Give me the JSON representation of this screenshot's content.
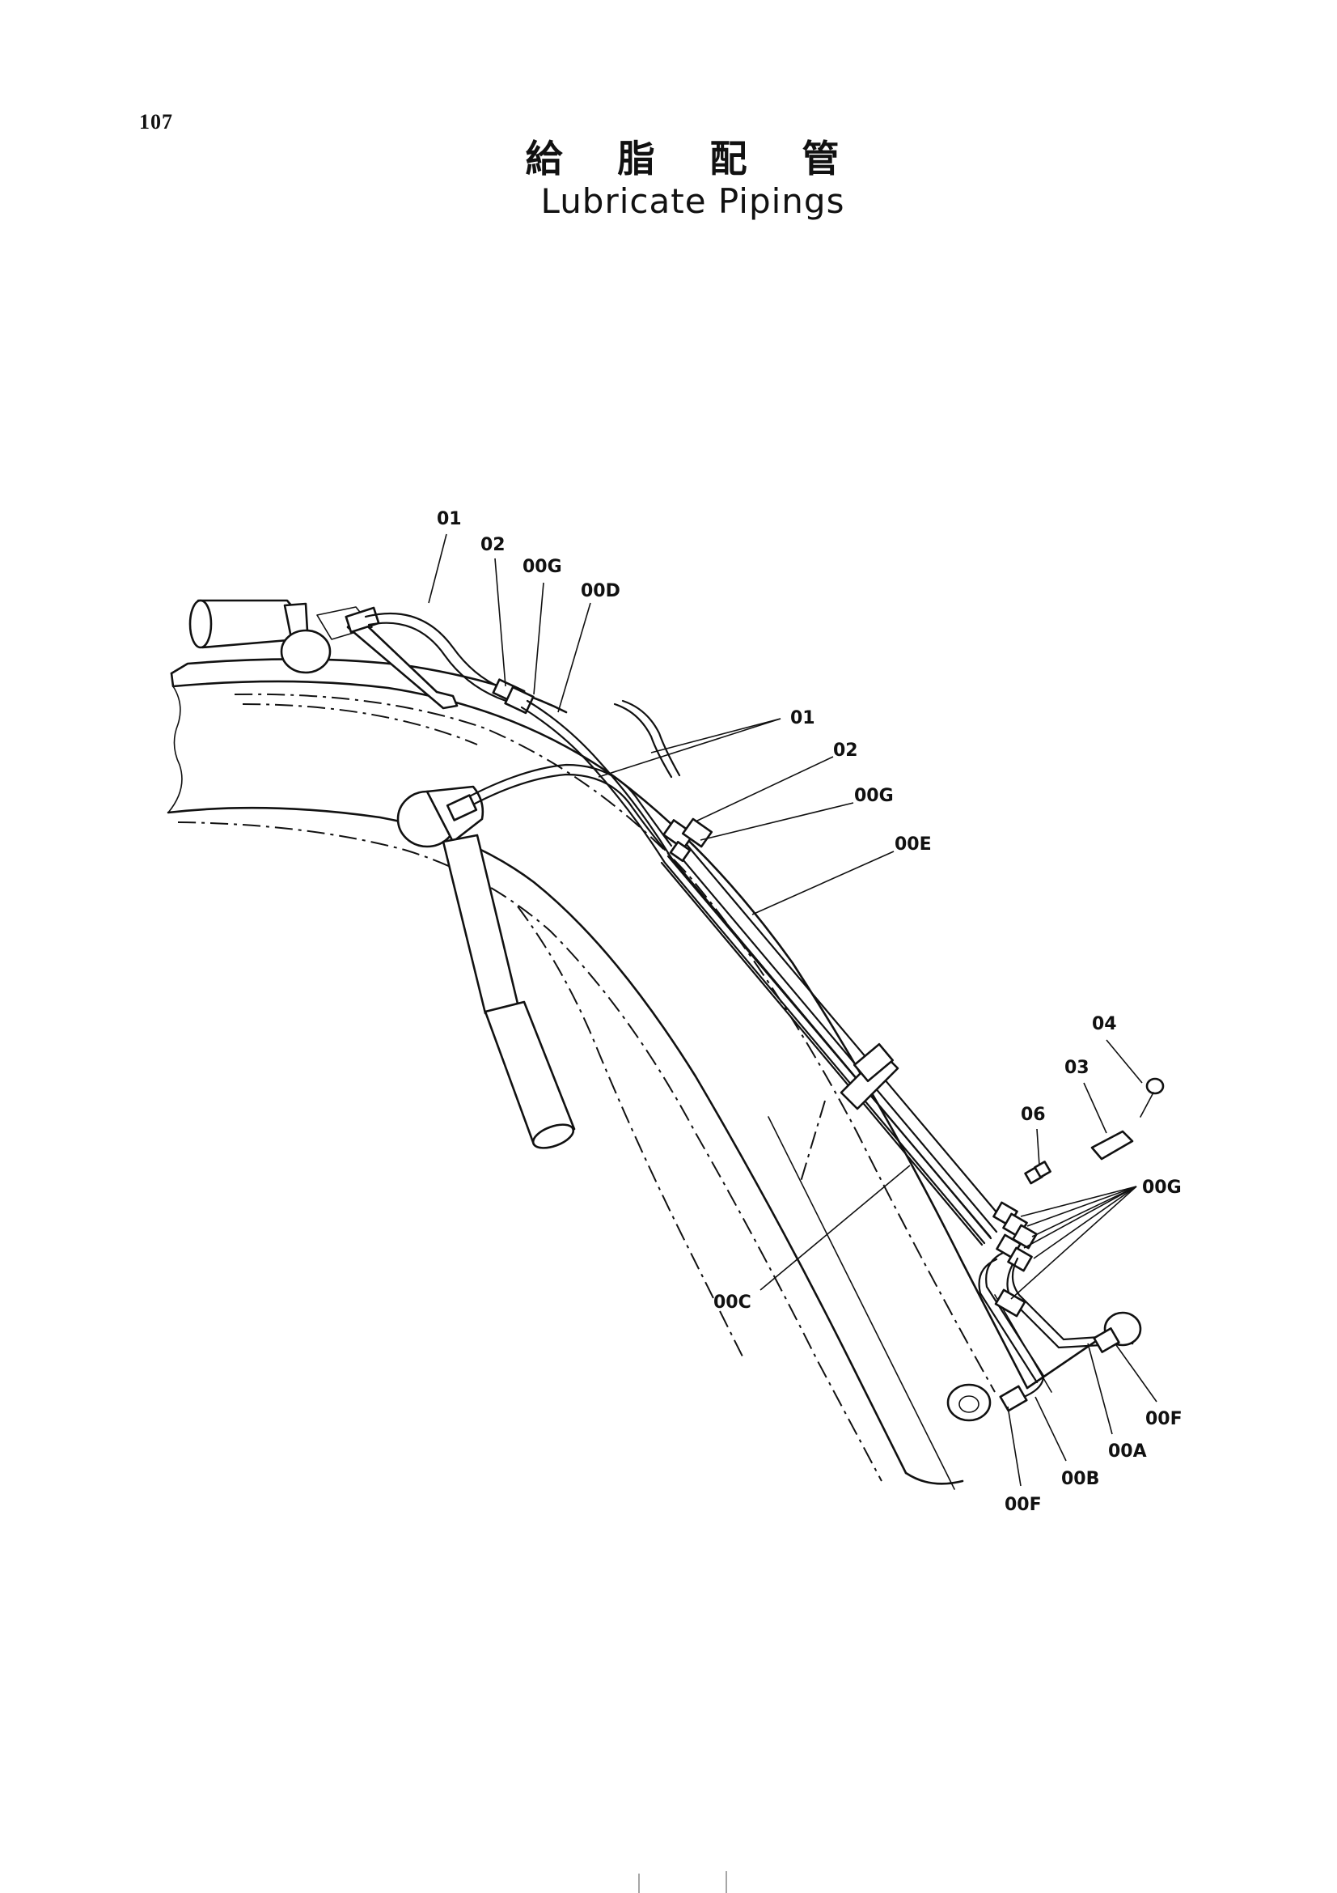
{
  "page": {
    "number": "107",
    "title_jp": "給 脂 配 管",
    "title_en": "Lubricate Pipings"
  },
  "callouts": {
    "c01_top": "01",
    "c02_top": "02",
    "c00G_top": "00G",
    "c00D": "00D",
    "c01_mid": "01",
    "c02_mid": "02",
    "c00G_mid": "00G",
    "c00E": "00E",
    "c04": "04",
    "c03": "03",
    "c06": "06",
    "c00G_right": "00G",
    "c00C": "00C",
    "c00F_right": "00F",
    "c00A": "00A",
    "c00B": "00B",
    "c00F_bottom": "00F"
  }
}
